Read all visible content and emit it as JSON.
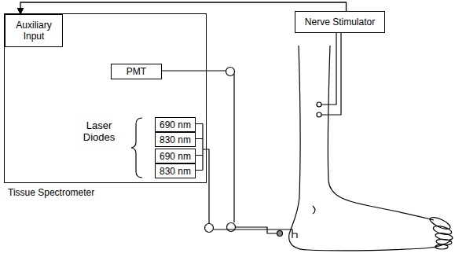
{
  "diagram": {
    "nodes": [
      {
        "text": [
          "Tissue Spectrometer"
        ]
      },
      {
        "text": [
          "Auxiliary Input"
        ],
        "in": 0
      },
      {
        "text": [
          "PMT"
        ],
        "in": 0
      },
      {
        "text": [
          "690 nm"
        ],
        "in": 0
      },
      {
        "text": [
          "830 nm"
        ],
        "in": 0
      },
      {
        "text": [
          "690 nm"
        ],
        "in": 0
      },
      {
        "text": [
          "830 nm"
        ],
        "in": 0
      },
      {
        "text": [
          "Nerve Stimulator"
        ]
      }
    ],
    "edges": [
      {
        "from": 7,
        "to": 1,
        "arrow": "to"
      }
    ],
    "labels": [
      "Laser Diodes"
    ]
  }
}
